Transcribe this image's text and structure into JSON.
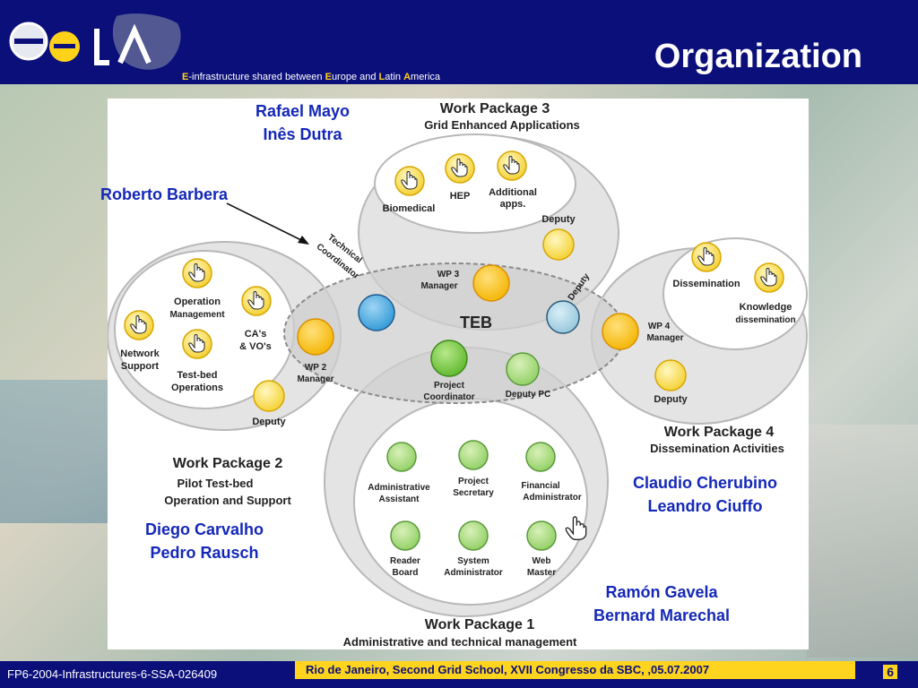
{
  "header": {
    "title": "Organization",
    "tagline_parts": [
      "E",
      "-infrastructure shared between ",
      "E",
      "urope and ",
      "L",
      "atin ",
      "A",
      "merica"
    ]
  },
  "colors": {
    "header_bg": "#0b0f7a",
    "accent_yellow": "#ffd41e",
    "name_blue": "#1428b8"
  },
  "people": {
    "wp3": [
      "Rafael Mayo",
      "Inês Dutra"
    ],
    "tc": "Roberto Barbera",
    "wp2": [
      "Diego Carvalho",
      "Pedro Rausch"
    ],
    "wp4": [
      "Claudio Cherubino",
      "Leandro Ciuffo"
    ],
    "wp1": [
      "Ramón Gavela",
      "Bernard Marechal"
    ]
  },
  "diagram": {
    "wp3": {
      "title": "Work Package 3",
      "subtitle": "Grid Enhanced Applications",
      "items": [
        "Biomedical",
        "HEP",
        "Additional",
        "apps.",
        "Deputy"
      ]
    },
    "wp2": {
      "title": "Work Package 2",
      "subtitle1": "Pilot Test-bed",
      "subtitle2": "Operation and Support",
      "items": [
        "Operation",
        "Management",
        "Network",
        "Support",
        "CA's",
        "& VO's",
        "Test-bed",
        "Operations",
        "Deputy"
      ]
    },
    "wp4": {
      "title": "Work Package 4",
      "subtitle": "Dissemination Activities",
      "items": [
        "Dissemination",
        "Knowledge",
        "dissemination",
        "Deputy"
      ]
    },
    "wp1": {
      "title": "Work Package 1",
      "subtitle": "Administrative and technical management",
      "items": [
        "Administrative",
        "Assistant",
        "Project",
        "Secretary",
        "Financial",
        "Administrator",
        "Reader",
        "Board",
        "System",
        "Administrator",
        "Web",
        "Master"
      ]
    },
    "teb": {
      "title": "TEB",
      "wp3_manager": [
        "WP 3",
        "Manager"
      ],
      "wp2_manager": [
        "WP 2",
        "Manager"
      ],
      "wp4_manager": [
        "WP 4",
        "Manager"
      ],
      "project_coordinator": [
        "Project",
        "Coordinator"
      ],
      "deputy_pc": "Deputy PC",
      "technical_coordinator": [
        "Technical",
        "Coordinator"
      ],
      "deputy": "Deputy"
    }
  },
  "footer": {
    "left": "FP6-2004-Infrastructures-6-SSA-026409",
    "center": "Rio de Janeiro, Second Grid School, XVII Congresso da SBC, ,05.07.2007",
    "page": "6"
  }
}
